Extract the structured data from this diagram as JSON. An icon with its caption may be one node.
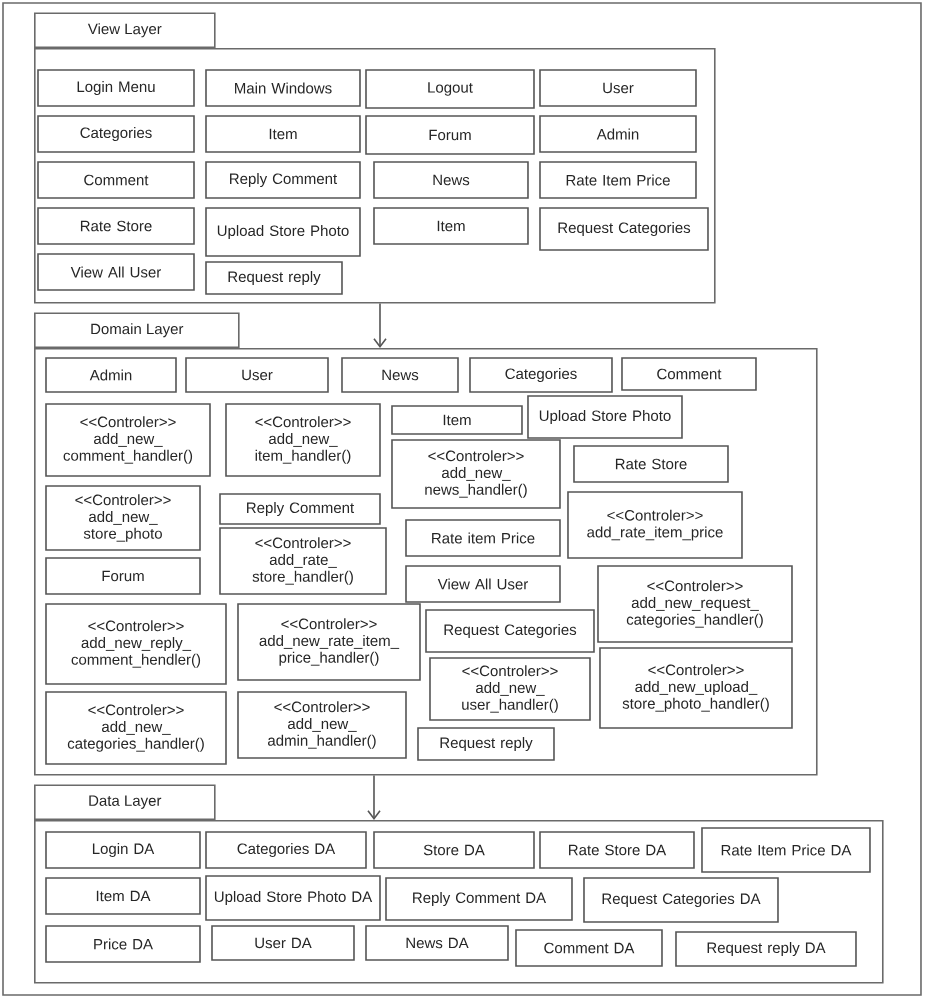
{
  "diagram": {
    "nodes": [
      {
        "text": [
          "View Layer"
        ]
      },
      {
        "text": [
          "Login Menu"
        ],
        "in": 0
      },
      {
        "text": [
          "Main Windows"
        ],
        "in": 0
      },
      {
        "text": [
          "Logout"
        ],
        "in": 0
      },
      {
        "text": [
          "User"
        ],
        "in": 0
      },
      {
        "text": [
          "Categories"
        ],
        "in": 0
      },
      {
        "text": [
          "Item"
        ],
        "in": 0
      },
      {
        "text": [
          "Forum"
        ],
        "in": 0
      },
      {
        "text": [
          "Admin"
        ],
        "in": 0
      },
      {
        "text": [
          "Comment"
        ],
        "in": 0
      },
      {
        "text": [
          "Reply Comment"
        ],
        "in": 0
      },
      {
        "text": [
          "News"
        ],
        "in": 0
      },
      {
        "text": [
          "Rate Item Price"
        ],
        "in": 0
      },
      {
        "text": [
          "Rate Store"
        ],
        "in": 0
      },
      {
        "text": [
          "Upload Store Photo"
        ],
        "in": 0
      },
      {
        "text": [
          "Item"
        ],
        "in": 0
      },
      {
        "text": [
          "Request Categories"
        ],
        "in": 0
      },
      {
        "text": [
          "View All User"
        ],
        "in": 0
      },
      {
        "text": [
          "Request reply"
        ],
        "in": 0
      },
      {
        "text": [
          "Domain Layer"
        ]
      },
      {
        "text": [
          "Admin"
        ],
        "in": 19
      },
      {
        "text": [
          "User"
        ],
        "in": 19
      },
      {
        "text": [
          "News"
        ],
        "in": 19
      },
      {
        "text": [
          "Categories"
        ],
        "in": 19
      },
      {
        "text": [
          "Comment"
        ],
        "in": 19
      },
      {
        "text": [
          "<<Controler>>",
          "add_new_comment_handler()"
        ],
        "in": 19
      },
      {
        "text": [
          "<<Controler>>",
          "add_new_item_handler()"
        ],
        "in": 19
      },
      {
        "text": [
          "Item"
        ],
        "in": 19
      },
      {
        "text": [
          "Upload Store Photo"
        ],
        "in": 19
      },
      {
        "text": [
          "<<Controler>>",
          "add_new_news_handler()"
        ],
        "in": 19
      },
      {
        "text": [
          "Rate Store"
        ],
        "in": 19
      },
      {
        "text": [
          "<<Controler>>",
          "add_new_store_photo"
        ],
        "in": 19
      },
      {
        "text": [
          "<<Controler>>",
          "add_rate_item_price"
        ],
        "in": 19
      },
      {
        "text": [
          "Reply Comment"
        ],
        "in": 19
      },
      {
        "text": [
          "<<Controler>>",
          "add_rate_store_handler()"
        ],
        "in": 19
      },
      {
        "text": [
          "Rate item Price"
        ],
        "in": 19
      },
      {
        "text": [
          "Forum"
        ],
        "in": 19
      },
      {
        "text": [
          "<<Controler>>",
          "add_new_request_categories_handler()"
        ],
        "in": 19
      },
      {
        "text": [
          "View All User"
        ],
        "in": 19
      },
      {
        "text": [
          "<<Controler>>",
          "add_new_reply_comment_hendler()"
        ],
        "in": 19
      },
      {
        "text": [
          "<<Controler>>",
          "add_new_rate_item_price_handler()"
        ],
        "in": 19
      },
      {
        "text": [
          "Request Categories"
        ],
        "in": 19
      },
      {
        "text": [
          "<<Controler>>",
          "add_new_upload_store_photo_handler()"
        ],
        "in": 19
      },
      {
        "text": [
          "<<Controler>>",
          "add_new_user_handler()"
        ],
        "in": 19
      },
      {
        "text": [
          "<<Controler>>",
          "add_new_categories_handler()"
        ],
        "in": 19
      },
      {
        "text": [
          "<<Controler>>",
          "add_new_admin_handler()"
        ],
        "in": 19
      },
      {
        "text": [
          "Request reply"
        ],
        "in": 19
      },
      {
        "text": [
          "Data Layer"
        ]
      },
      {
        "text": [
          "Login DA"
        ],
        "in": 47
      },
      {
        "text": [
          "Categories DA"
        ],
        "in": 47
      },
      {
        "text": [
          "Store DA"
        ],
        "in": 47
      },
      {
        "text": [
          "Rate Store DA"
        ],
        "in": 47
      },
      {
        "text": [
          "Rate Item Price DA"
        ],
        "in": 47
      },
      {
        "text": [
          "Item DA"
        ],
        "in": 47
      },
      {
        "text": [
          "Upload Store Photo DA"
        ],
        "in": 47
      },
      {
        "text": [
          "Reply Comment DA"
        ],
        "in": 47
      },
      {
        "text": [
          "Request Categories DA"
        ],
        "in": 47
      },
      {
        "text": [
          "Price DA"
        ],
        "in": 47
      },
      {
        "text": [
          "User DA"
        ],
        "in": 47
      },
      {
        "text": [
          "News DA"
        ],
        "in": 47
      },
      {
        "text": [
          "Comment DA"
        ],
        "in": 47
      },
      {
        "text": [
          "Request reply DA"
        ],
        "in": 47
      }
    ],
    "edges": [
      {
        "from": 0,
        "to": 19,
        "arrow": "to"
      },
      {
        "from": 19,
        "to": 47,
        "arrow": "to"
      }
    ]
  }
}
